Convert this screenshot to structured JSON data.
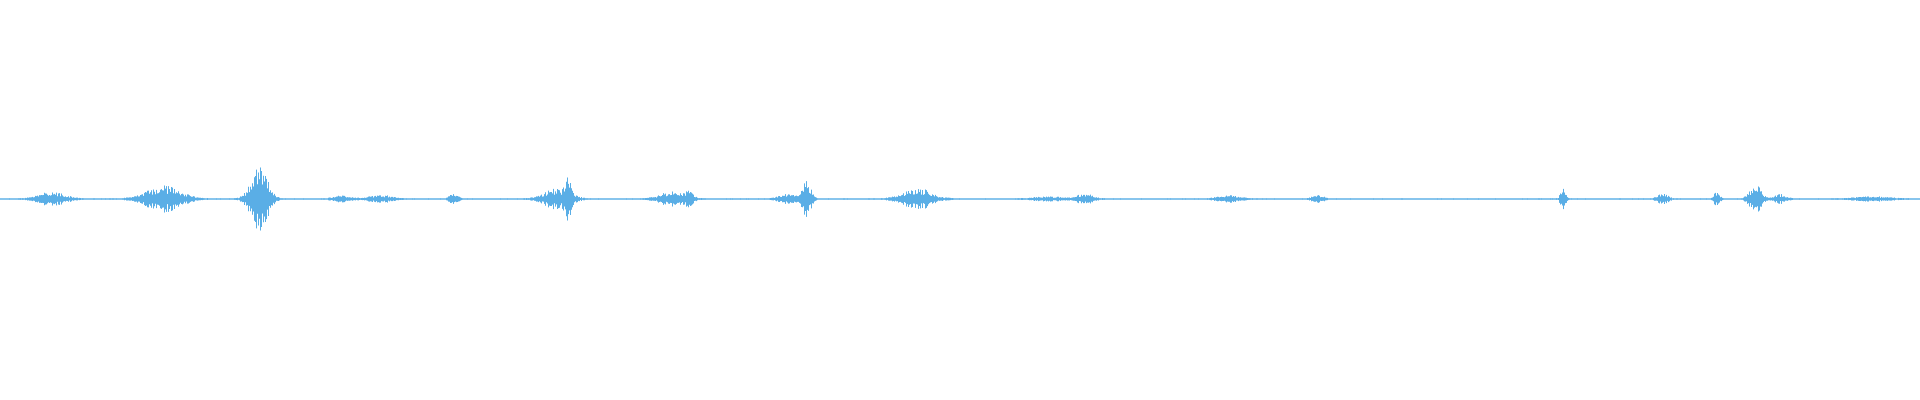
{
  "waveform": {
    "color": "#5aaee6",
    "background": "#ffffff",
    "bursts": [
      {
        "position": 0.027,
        "amplitude": 0.12,
        "spread": 0.009
      },
      {
        "position": 0.085,
        "amplitude": 0.22,
        "spread": 0.012
      },
      {
        "position": 0.135,
        "amplitude": 0.55,
        "spread": 0.006
      },
      {
        "position": 0.178,
        "amplitude": 0.05,
        "spread": 0.006
      },
      {
        "position": 0.198,
        "amplitude": 0.06,
        "spread": 0.008
      },
      {
        "position": 0.236,
        "amplitude": 0.08,
        "spread": 0.003
      },
      {
        "position": 0.29,
        "amplitude": 0.18,
        "spread": 0.009
      },
      {
        "position": 0.296,
        "amplitude": 0.3,
        "spread": 0.002
      },
      {
        "position": 0.35,
        "amplitude": 0.12,
        "spread": 0.009
      },
      {
        "position": 0.359,
        "amplitude": 0.18,
        "spread": 0.002
      },
      {
        "position": 0.41,
        "amplitude": 0.08,
        "spread": 0.006
      },
      {
        "position": 0.42,
        "amplitude": 0.3,
        "spread": 0.003
      },
      {
        "position": 0.478,
        "amplitude": 0.18,
        "spread": 0.01
      },
      {
        "position": 0.545,
        "amplitude": 0.04,
        "spread": 0.01
      },
      {
        "position": 0.565,
        "amplitude": 0.08,
        "spread": 0.006
      },
      {
        "position": 0.64,
        "amplitude": 0.06,
        "spread": 0.008
      },
      {
        "position": 0.686,
        "amplitude": 0.06,
        "spread": 0.004
      },
      {
        "position": 0.814,
        "amplitude": 0.18,
        "spread": 0.002
      },
      {
        "position": 0.866,
        "amplitude": 0.08,
        "spread": 0.004
      },
      {
        "position": 0.894,
        "amplitude": 0.12,
        "spread": 0.002
      },
      {
        "position": 0.914,
        "amplitude": 0.25,
        "spread": 0.004
      },
      {
        "position": 0.927,
        "amplitude": 0.08,
        "spread": 0.004
      },
      {
        "position": 0.975,
        "amplitude": 0.04,
        "spread": 0.012
      }
    ],
    "baseline_noise": 0.012
  }
}
